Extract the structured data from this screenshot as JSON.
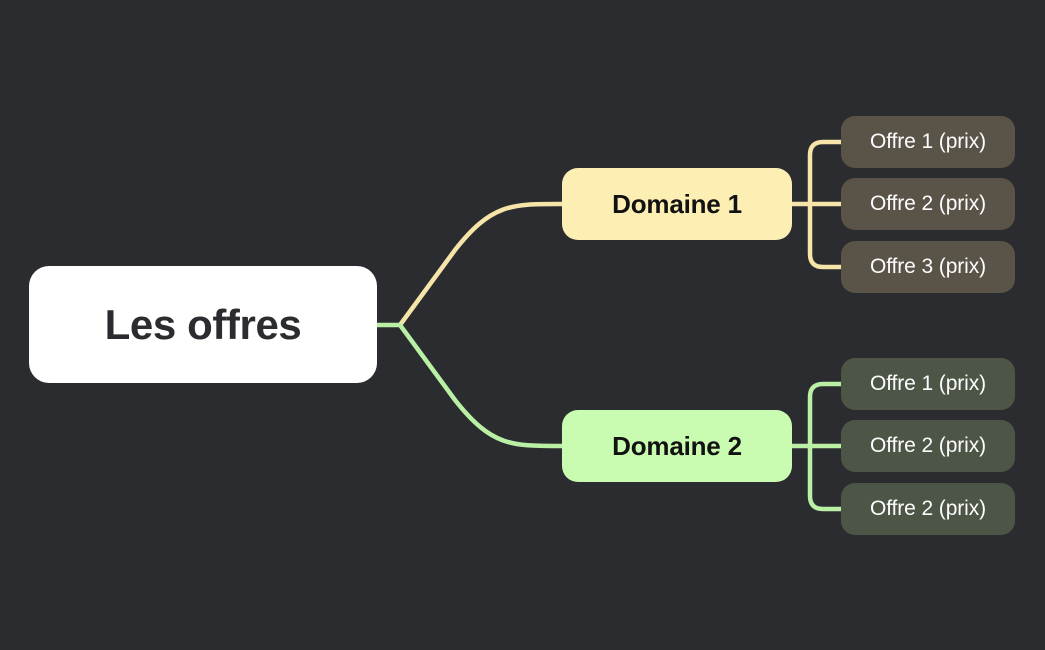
{
  "diagram": {
    "type": "mindmap",
    "title": "Les offres",
    "background_color": "#2b2c30",
    "root": {
      "label": "Les offres",
      "fill": "#ffffff",
      "text_color": "#2b2c30"
    },
    "branches": [
      {
        "label": "Domaine 1",
        "fill": "#fdeeb4",
        "edge_color": "#f6e4a8",
        "leaf_fill": "#5a5347",
        "children": [
          {
            "label": "Offre 1 (prix)"
          },
          {
            "label": "Offre 2 (prix)"
          },
          {
            "label": "Offre 3 (prix)"
          }
        ]
      },
      {
        "label": "Domaine 2",
        "fill": "#c9fbb0",
        "edge_color": "#b9f0a3",
        "leaf_fill": "#4d5547",
        "children": [
          {
            "label": "Offre 1 (prix)"
          },
          {
            "label": "Offre 2 (prix)"
          },
          {
            "label": "Offre 2 (prix)"
          }
        ]
      }
    ]
  }
}
